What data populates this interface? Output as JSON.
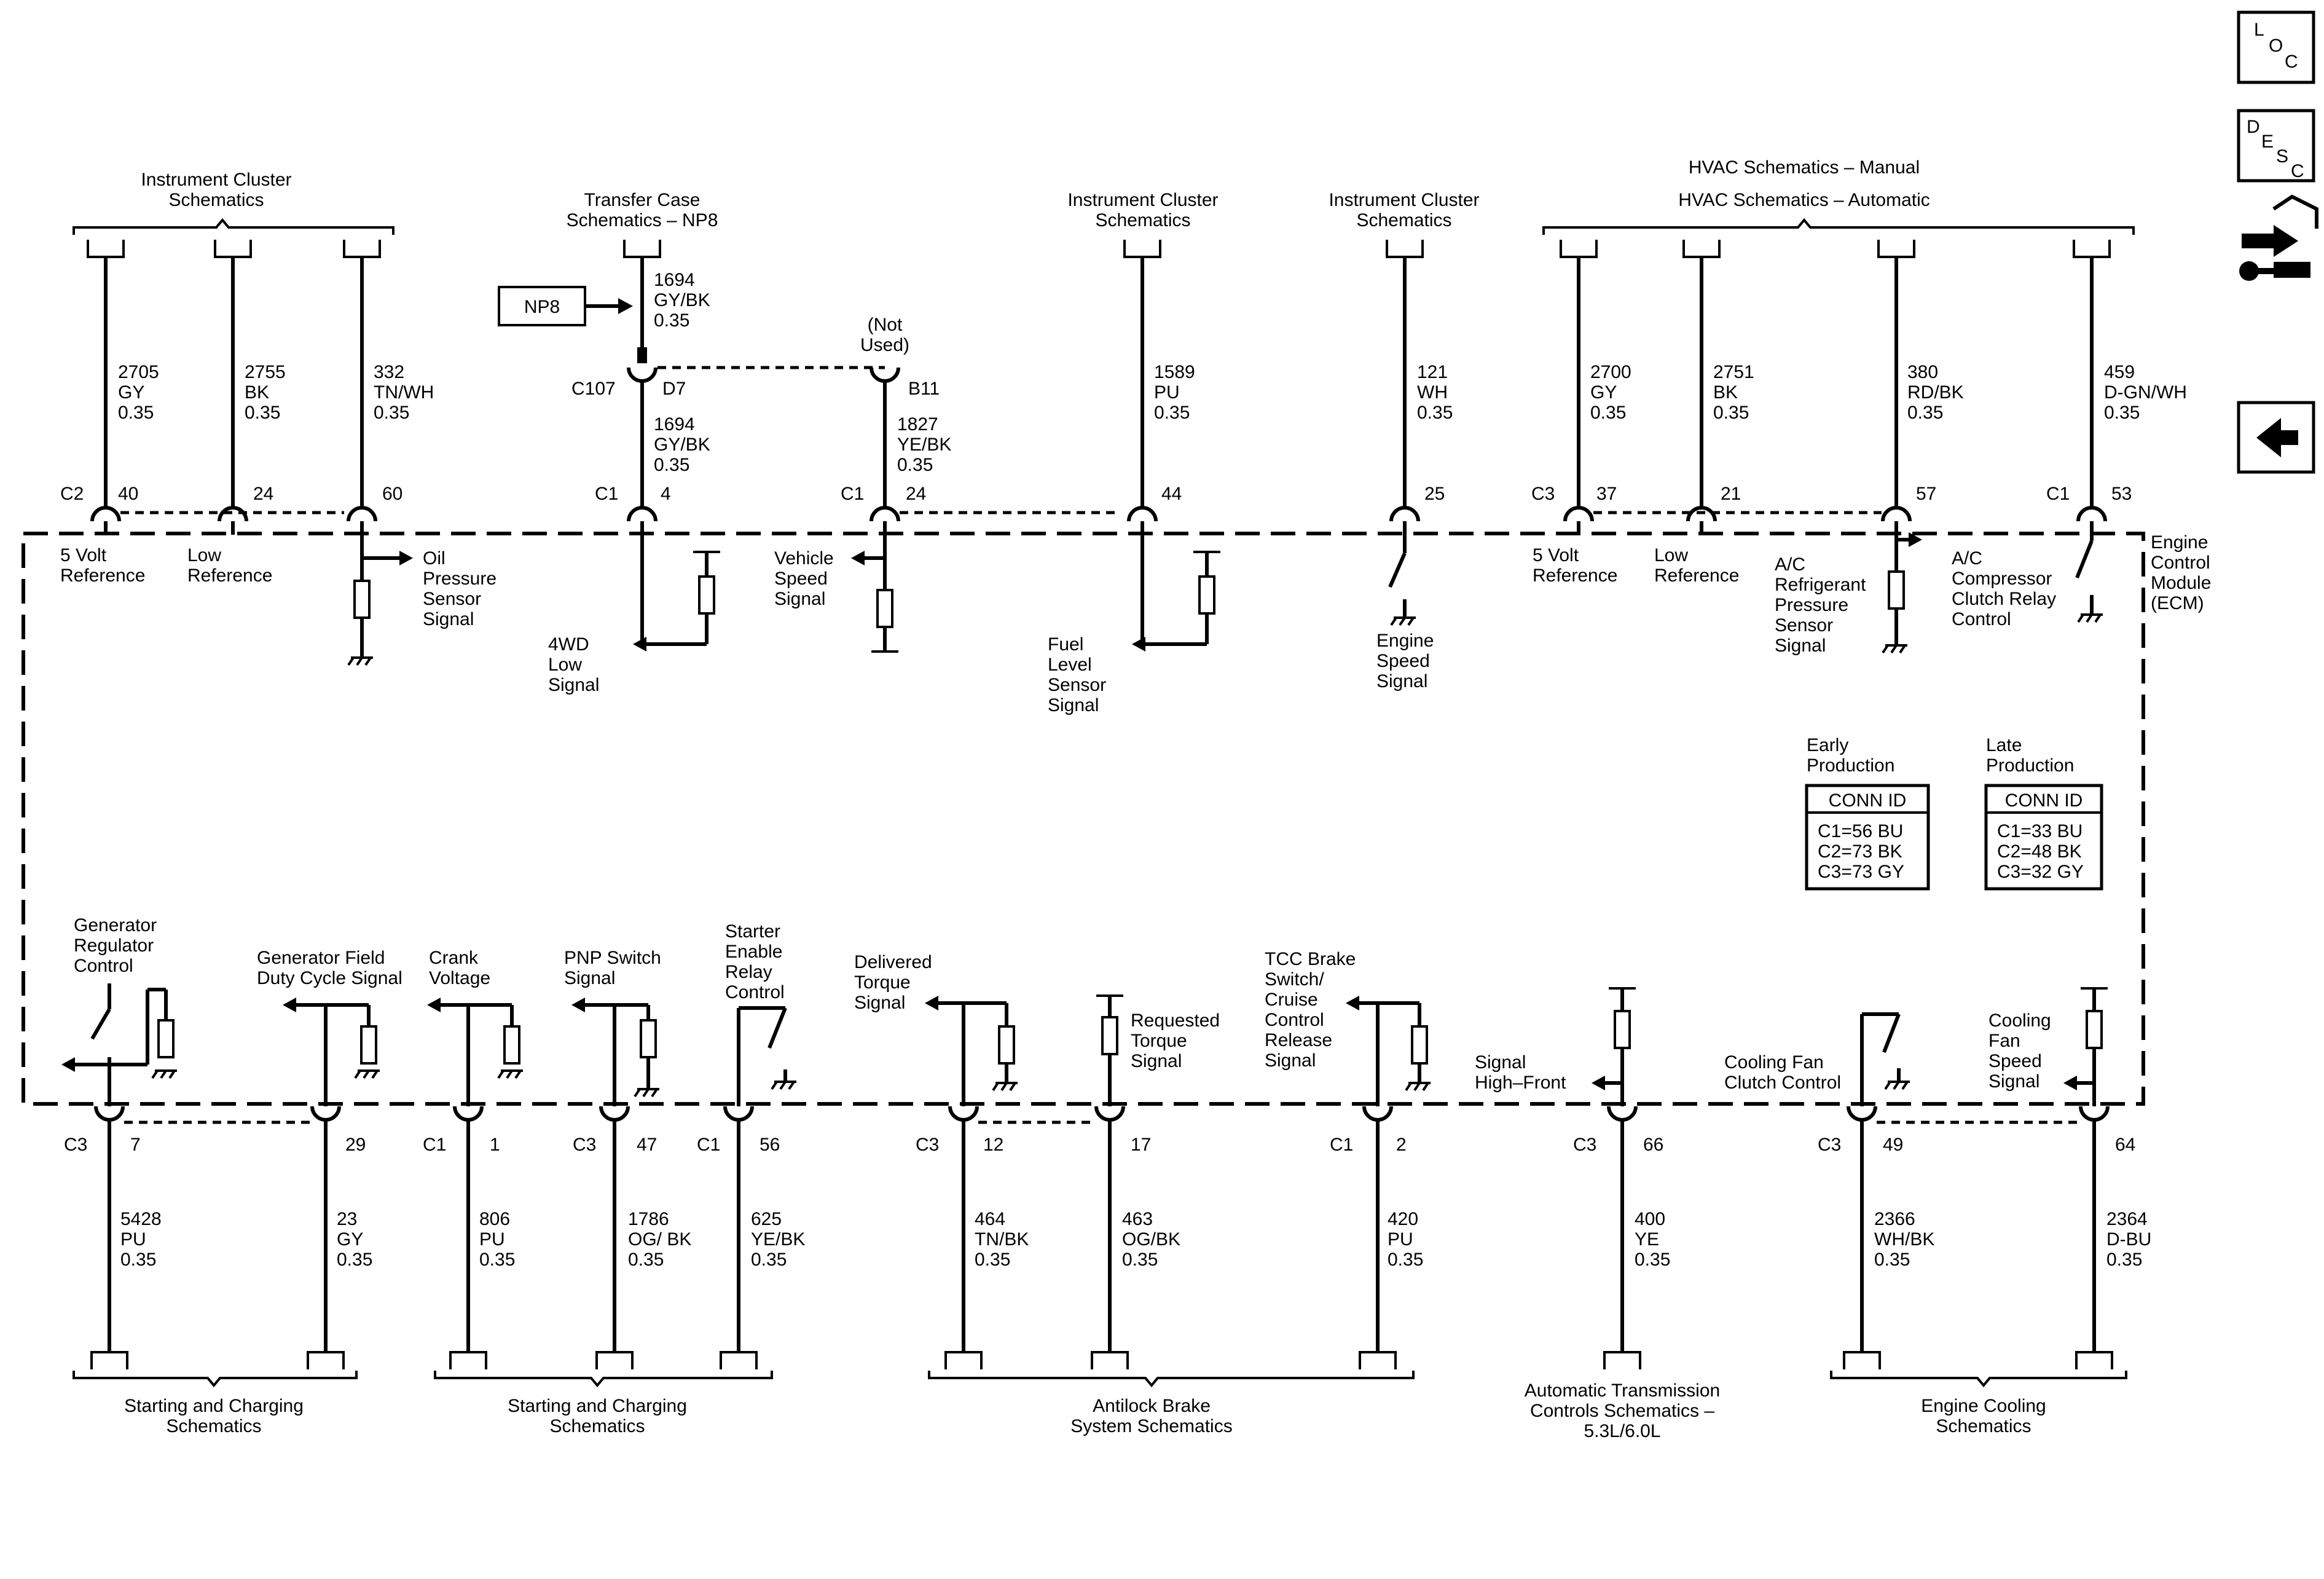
{
  "top_groups": [
    {
      "id": "icl",
      "lines": [
        "Instrument Cluster",
        "Schematics"
      ]
    },
    {
      "id": "tc",
      "lines": [
        "Transfer Case",
        "Schematics – NP8"
      ]
    },
    {
      "id": "ic2",
      "lines": [
        "Instrument Cluster",
        "Schematics"
      ]
    },
    {
      "id": "ic3",
      "lines": [
        "Instrument Cluster",
        "Schematics"
      ]
    },
    {
      "id": "hvac",
      "lines": [
        "HVAC Schematics – Manual",
        "HVAC Schematics – Automatic"
      ]
    }
  ],
  "np8_box": "NP8",
  "not_used": [
    "(Not",
    "Used)"
  ],
  "c107": {
    "conn": "C107",
    "pin_d7": "D7",
    "pin_b11": "B11"
  },
  "top_wires": [
    {
      "id": "w2705",
      "circuit": "2705",
      "color": "GY",
      "gauge": "0.35",
      "conn": "C2",
      "pin": "40",
      "signal": [
        "5 Volt",
        "Reference"
      ]
    },
    {
      "id": "w2755",
      "circuit": "2755",
      "color": "BK",
      "gauge": "0.35",
      "conn": "",
      "pin": "24",
      "signal": [
        "Low",
        "Reference"
      ]
    },
    {
      "id": "w332",
      "circuit": "332",
      "color": "TN/WH",
      "gauge": "0.35",
      "conn": "",
      "pin": "60",
      "signal": [
        "Oil",
        "Pressure",
        "Sensor",
        "Signal"
      ]
    },
    {
      "id": "w1694",
      "circuit": "1694",
      "color": "GY/BK",
      "gauge": "0.35",
      "conn": "C1",
      "pin": "4",
      "signal": [
        "4WD",
        "Low",
        "Signal"
      ]
    },
    {
      "id": "w1827",
      "circuit": "1827",
      "color": "YE/BK",
      "gauge": "0.35",
      "conn": "C1",
      "pin": "24",
      "signal": [
        "Vehicle",
        "Speed",
        "Signal"
      ]
    },
    {
      "id": "w1589",
      "circuit": "1589",
      "color": "PU",
      "gauge": "0.35",
      "conn": "",
      "pin": "44",
      "signal": [
        "Fuel",
        "Level",
        "Sensor",
        "Signal"
      ]
    },
    {
      "id": "w121",
      "circuit": "121",
      "color": "WH",
      "gauge": "0.35",
      "conn": "",
      "pin": "25",
      "signal": [
        "Engine",
        "Speed",
        "Signal"
      ]
    },
    {
      "id": "w2700",
      "circuit": "2700",
      "color": "GY",
      "gauge": "0.35",
      "conn": "C3",
      "pin": "37",
      "signal": [
        "5 Volt",
        "Reference"
      ]
    },
    {
      "id": "w2751",
      "circuit": "2751",
      "color": "BK",
      "gauge": "0.35",
      "conn": "",
      "pin": "21",
      "signal": [
        "Low",
        "Reference"
      ]
    },
    {
      "id": "w380",
      "circuit": "380",
      "color": "RD/BK",
      "gauge": "0.35",
      "conn": "",
      "pin": "57",
      "signal": [
        "A/C",
        "Refrigerant",
        "Pressure",
        "Sensor",
        "Signal"
      ]
    },
    {
      "id": "w459",
      "circuit": "459",
      "color": "D-GN/WH",
      "gauge": "0.35",
      "conn": "C1",
      "pin": "53",
      "signal": [
        "A/C",
        "Compressor",
        "Clutch Relay",
        "Control"
      ]
    }
  ],
  "ecm_label": [
    "Engine",
    "Control",
    "Module",
    "(ECM)"
  ],
  "conn_id": {
    "early": {
      "heading": [
        "Early",
        "Production"
      ],
      "title": "CONN ID",
      "rows": [
        "C1=56 BU",
        "C2=73 BK",
        "C3=73 GY"
      ]
    },
    "late": {
      "heading": [
        "Late",
        "Production"
      ],
      "title": "CONN ID",
      "rows": [
        "C1=33 BU",
        "C2=48 BK",
        "C3=32 GY"
      ]
    }
  },
  "bottom_wires": [
    {
      "id": "b5428",
      "circuit": "5428",
      "color": "PU",
      "gauge": "0.35",
      "conn": "C3",
      "pin": "7",
      "signal": [
        "Generator",
        "Regulator",
        "Control"
      ]
    },
    {
      "id": "b23",
      "circuit": "23",
      "color": "GY",
      "gauge": "0.35",
      "conn": "",
      "pin": "29",
      "signal": [
        "Generator Field",
        "Duty Cycle Signal"
      ]
    },
    {
      "id": "b806",
      "circuit": "806",
      "color": "PU",
      "gauge": "0.35",
      "conn": "C1",
      "pin": "1",
      "signal": [
        "Crank",
        "Voltage"
      ]
    },
    {
      "id": "b1786",
      "circuit": "1786",
      "color": "OG/ BK",
      "gauge": "0.35",
      "conn": "C3",
      "pin": "47",
      "signal": [
        "PNP Switch",
        "Signal"
      ]
    },
    {
      "id": "b625",
      "circuit": "625",
      "color": "YE/BK",
      "gauge": "0.35",
      "conn": "C1",
      "pin": "56",
      "signal": [
        "Starter",
        "Enable",
        "Relay",
        "Control"
      ]
    },
    {
      "id": "b464",
      "circuit": "464",
      "color": "TN/BK",
      "gauge": "0.35",
      "conn": "C3",
      "pin": "12",
      "signal": [
        "Delivered",
        "Torque",
        "Signal"
      ]
    },
    {
      "id": "b463",
      "circuit": "463",
      "color": "OG/BK",
      "gauge": "0.35",
      "conn": "",
      "pin": "17",
      "signal": [
        "Requested",
        "Torque",
        "Signal"
      ]
    },
    {
      "id": "b420",
      "circuit": "420",
      "color": "PU",
      "gauge": "0.35",
      "conn": "C1",
      "pin": "2",
      "signal": [
        "TCC Brake",
        "Switch/",
        "Cruise",
        "Control",
        "Release",
        "Signal"
      ]
    },
    {
      "id": "b400",
      "circuit": "400",
      "color": "YE",
      "gauge": "0.35",
      "conn": "C3",
      "pin": "66",
      "signal": [
        "Signal",
        "High–Front"
      ]
    },
    {
      "id": "b2366",
      "circuit": "2366",
      "color": "WH/BK",
      "gauge": "0.35",
      "conn": "C3",
      "pin": "49",
      "signal": [
        "Cooling Fan",
        "Clutch Control"
      ]
    },
    {
      "id": "b2364",
      "circuit": "2364",
      "color": "D-BU",
      "gauge": "0.35",
      "conn": "",
      "pin": "64",
      "signal": [
        "Cooling",
        "Fan",
        "Speed",
        "Signal"
      ]
    }
  ],
  "bottom_groups": [
    {
      "id": "sc1",
      "lines": [
        "Starting and Charging",
        "Schematics"
      ]
    },
    {
      "id": "sc2",
      "lines": [
        "Starting and Charging",
        "Schematics"
      ]
    },
    {
      "id": "abs",
      "lines": [
        "Antilock Brake",
        "System Schematics"
      ]
    },
    {
      "id": "atc",
      "lines": [
        "Automatic Transmission",
        "Controls Schematics –",
        "5.3L/6.0L"
      ]
    },
    {
      "id": "ecs",
      "lines": [
        "Engine Cooling",
        "Schematics"
      ]
    }
  ],
  "side_icons": {
    "loc": [
      "L",
      "O",
      "C"
    ],
    "desc": [
      "D",
      "E",
      "S",
      "C"
    ]
  },
  "colors": {
    "ink": "#000000",
    "background": "#ffffff"
  }
}
